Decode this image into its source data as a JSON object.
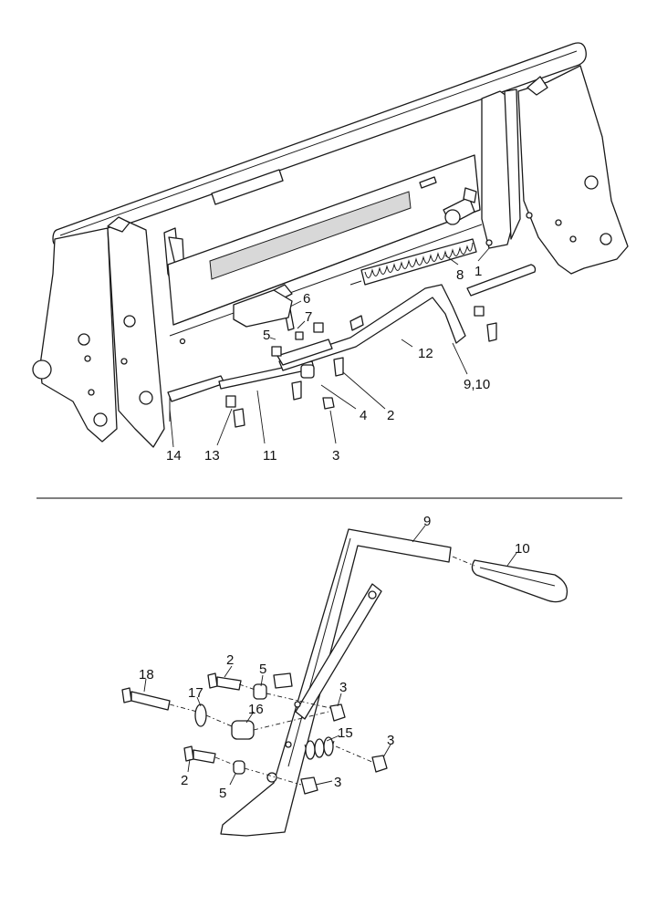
{
  "callouts_top": {
    "c1": "1",
    "c2": "2",
    "c3": "3",
    "c4": "4",
    "c5": "5",
    "c6": "6",
    "c7": "7",
    "c8": "8",
    "c9_10": "9,10",
    "c11": "11",
    "c12": "12",
    "c13": "13",
    "c14": "14"
  },
  "callouts_bottom": {
    "c9": "9",
    "c10": "10",
    "c18": "18",
    "c2a": "2",
    "c5a": "5",
    "c17": "17",
    "c16": "16",
    "c3a": "3",
    "c15": "15",
    "c3b": "3",
    "c2b": "2",
    "c5b": "5",
    "c3c": "3"
  },
  "colors": {
    "line": "#1a1a1a",
    "background": "#ffffff",
    "separator": "#333333"
  }
}
